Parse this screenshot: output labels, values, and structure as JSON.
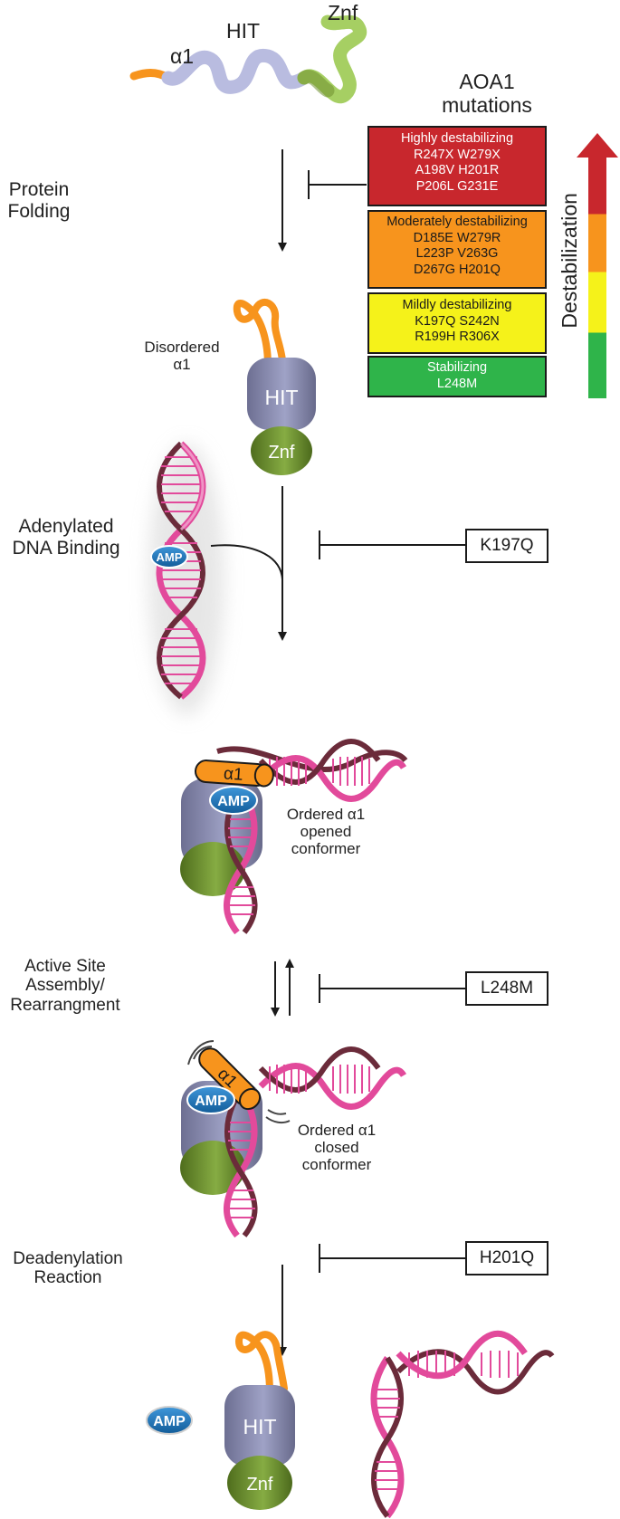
{
  "domains": {
    "a1": "α1",
    "hit": "HIT",
    "znf": "Znf"
  },
  "amp": "AMP",
  "legend": {
    "title_line1": "AOA1",
    "title_line2": "mutations",
    "axis_label": "Destabilization",
    "groups": [
      {
        "title": "Highly destabilizing",
        "mutations": [
          "R247X W279X",
          "A198V H201R",
          "P206L G231E"
        ],
        "color": "#c8272d",
        "text_color": "#ffffff"
      },
      {
        "title": "Moderately destabilizing",
        "mutations": [
          "D185E W279R",
          "L223P  V263G",
          "D267G H201Q"
        ],
        "color": "#f7941d",
        "text_color": "#1a1a1a"
      },
      {
        "title": "Mildly destabilizing",
        "mutations": [
          "K197Q S242N",
          "R199H R306X"
        ],
        "color": "#f5f21a",
        "text_color": "#1a1a1a"
      },
      {
        "title": "Stabilizing",
        "mutations": [
          "L248M"
        ],
        "color": "#2fb44a",
        "text_color": "#ffffff"
      }
    ],
    "gradient_colors": [
      "#c8272d",
      "#f7941d",
      "#f5f21a",
      "#2fb44a"
    ]
  },
  "steps": {
    "folding": [
      "Protein",
      "Folding"
    ],
    "binding": [
      "Adenylated",
      "DNA Binding"
    ],
    "assembly": [
      "Active Site",
      "Assembly/",
      "Rearrangment"
    ],
    "deadenylation": [
      "Deadenylation",
      "Reaction"
    ]
  },
  "states": {
    "disordered": [
      "Disordered",
      "α1"
    ],
    "opened": [
      "Ordered α1",
      "opened",
      "conformer"
    ],
    "closed": [
      "Ordered α1",
      "closed",
      "conformer"
    ]
  },
  "inhibitors": {
    "binding": "K197Q",
    "assembly": "L248M",
    "deadenylation": "H201Q"
  },
  "colors": {
    "a1": "#f7941d",
    "hit": "#8a8cad",
    "hit_light": "#b9bce0",
    "znf": "#6f8f2f",
    "znf_light": "#a6cf63",
    "amp": "#1b75bb",
    "dna_pink": "#e24a9b",
    "dna_dark": "#6b2b3a",
    "dna_light": "#f3a6cf"
  }
}
